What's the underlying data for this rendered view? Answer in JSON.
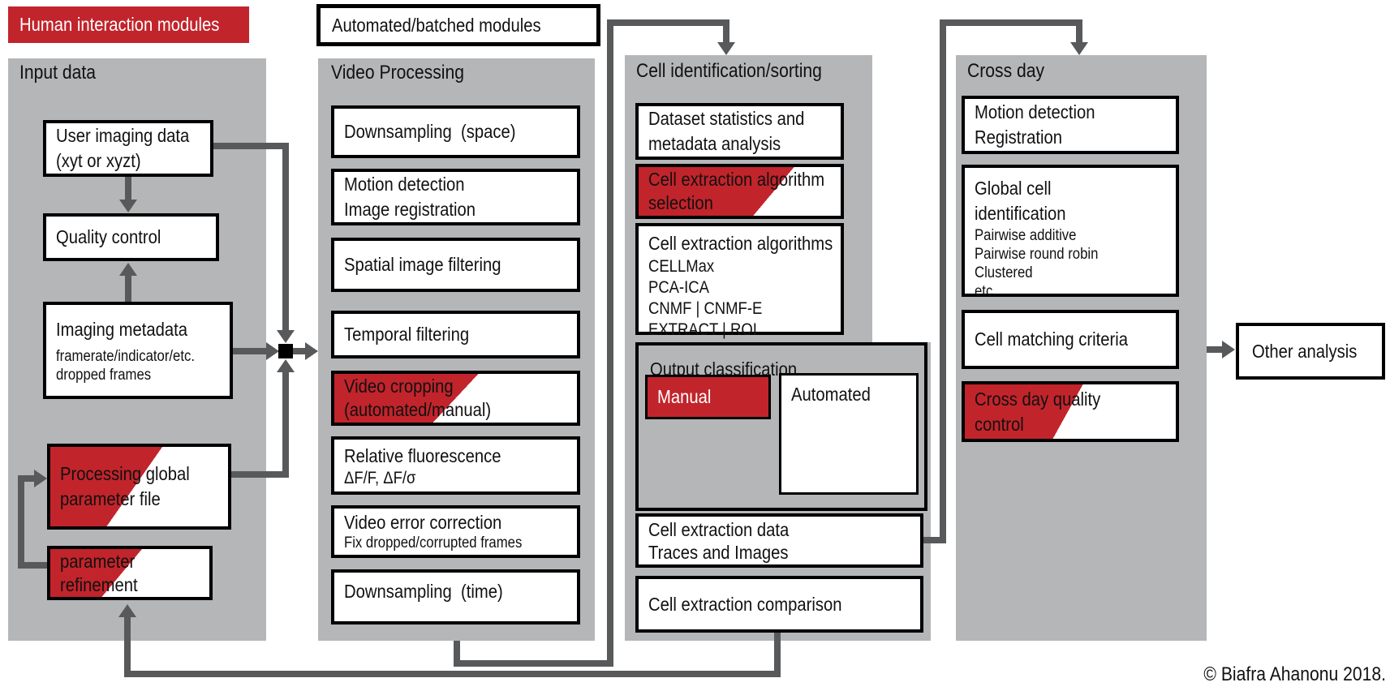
{
  "legend": {
    "human_label": "Human interaction modules",
    "automated_label": "Automated/batched modules"
  },
  "columns": [
    {
      "title": "Input data",
      "boxes": [
        {
          "lines": [
            "User imaging data",
            "(xyt or xyzt)"
          ]
        },
        {
          "lines": [
            "Quality control"
          ]
        },
        {
          "lines": [
            "Imaging metadata"
          ],
          "sublines": [
            "framerate/indicator/etc.",
            "dropped frames"
          ]
        },
        {
          "lines": [
            "Processing global",
            "parameter file"
          ]
        },
        {
          "lines": [
            "parameter",
            "refinement"
          ]
        }
      ]
    },
    {
      "title": "Video Processing",
      "boxes": [
        {
          "lines": [
            "Downsampling  (space)"
          ]
        },
        {
          "lines": [
            "Motion detection",
            "Image registration"
          ]
        },
        {
          "lines": [
            "Spatial image filtering"
          ]
        },
        {
          "lines": [
            "Temporal filtering"
          ]
        },
        {
          "lines": [
            "Video cropping",
            "(automated/manual)"
          ]
        },
        {
          "lines": [
            "Relative fluorescence"
          ],
          "sublines": [
            "ΔF/F, ΔF/σ"
          ]
        },
        {
          "lines": [
            "Video error correction"
          ],
          "sublines": [
            "Fix dropped/corrupted frames"
          ]
        },
        {
          "lines": [
            "Downsampling  (time)"
          ]
        }
      ]
    },
    {
      "title": "Cell identification/sorting",
      "boxes": [
        {
          "lines": [
            "Dataset statistics and",
            "metadata analysis"
          ]
        },
        {
          "lines": [
            "Cell extraction algorithm",
            "selection"
          ]
        },
        {
          "lines": [
            "Cell extraction algorithms"
          ],
          "sublines": [
            "CELLMax",
            "PCA-ICA",
            "CNMF | CNMF-E",
            "EXTRACT | ROI"
          ]
        },
        {
          "group_title": "Output classification",
          "manual_label": "Manual",
          "automated_label": "Automated"
        },
        {
          "lines": [
            "Cell extraction data",
            "Traces and Images"
          ]
        },
        {
          "lines": [
            "Cell extraction comparison"
          ]
        }
      ]
    },
    {
      "title": "Cross day",
      "boxes": [
        {
          "lines": [
            "Motion detection",
            "Registration"
          ]
        },
        {
          "lines": [
            "Global cell",
            "identification"
          ],
          "sublines": [
            "Pairwise additive",
            "Pairwise round robin",
            "Clustered",
            "etc."
          ]
        },
        {
          "lines": [
            "Cell matching criteria"
          ]
        },
        {
          "lines": [
            "Cross day quality",
            "control"
          ]
        }
      ]
    }
  ],
  "output_box": {
    "label": "Other analysis"
  },
  "copyright": "© Biafra Ahanonu 2018.",
  "colors": {
    "module_red": "#c2242b",
    "column_gray": "#b4b6b8",
    "connector_gray": "#58595b",
    "border_black": "#000000"
  }
}
